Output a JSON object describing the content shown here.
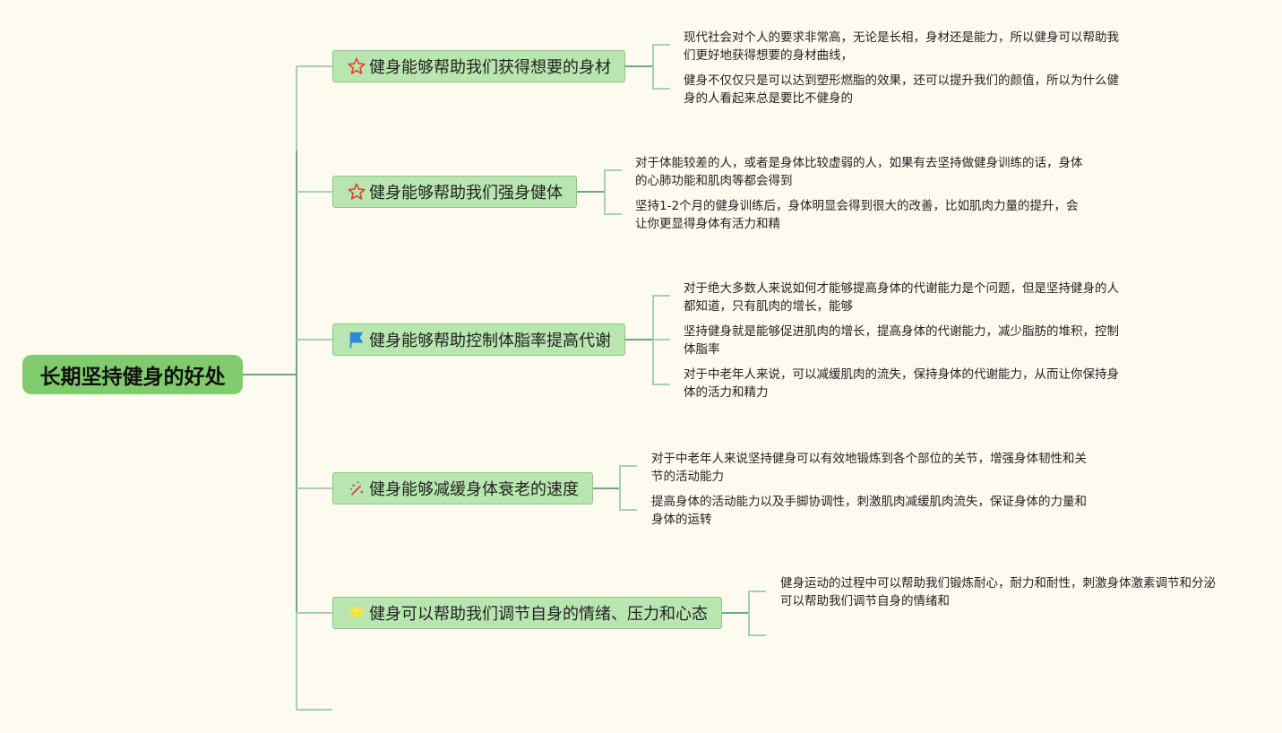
{
  "root": {
    "label": "长期坚持健身的好处",
    "color": "#7fcb6d"
  },
  "line_colors": {
    "main": "#6fa596",
    "sub": "#a8ccbd"
  },
  "topics": [
    {
      "label": "健身能够帮助我们获得想要的身材",
      "icon": "star-icon",
      "details": [
        "现代社会对个人的要求非常高，无论是长相，身材还是能力，所以健身可以帮助我们更好地获得想要的身材曲线，",
        "健身不仅仅只是可以达到塑形燃脂的效果，还可以提升我们的颜值，所以为什么健身的人看起来总是要比不健身的"
      ]
    },
    {
      "label": "健身能够帮助我们强身健体",
      "icon": "star-icon",
      "details": [
        "对于体能较差的人，或者是身体比较虚弱的人，如果有去坚持做健身训练的话，身体的心肺功能和肌肉等都会得到",
        "坚持1-2个月的健身训练后，身体明显会得到很大的改善，比如肌肉力量的提升，会让你更显得身体有活力和精"
      ]
    },
    {
      "label": "健身能够帮助控制体脂率提高代谢",
      "icon": "flag-icon",
      "details": [
        "对于绝大多数人来说如何才能够提高身体的代谢能力是个问题，但是坚持健身的人都知道，只有肌肉的增长，能够",
        "坚持健身就是能够促进肌肉的增长，提高身体的代谢能力，减少脂肪的堆积，控制体脂率",
        "对于中老年人来说，可以减缓肌肉的流失，保持身体的代谢能力，从而让你保持身体的活力和精力"
      ]
    },
    {
      "label": "健身能够减缓身体衰老的速度",
      "icon": "magic-wand-icon",
      "details": [
        "对于中老年人来说坚持健身可以有效地锻炼到各个部位的关节，增强身体韧性和关节的活动能力",
        "提高身体的活动能力以及手脚协调性，刺激肌肉减缓肌肉流失，保证身体的力量和身体的运转"
      ]
    },
    {
      "label": "健身可以帮助我们调节自身的情绪、压力和心态",
      "icon": "diamond-icon",
      "details": [
        "健身运动的过程中可以帮助我们锻炼耐心，耐力和耐性，刺激身体激素调节和分泌可以帮助我们调节自身的情绪和",
        ""
      ]
    }
  ]
}
